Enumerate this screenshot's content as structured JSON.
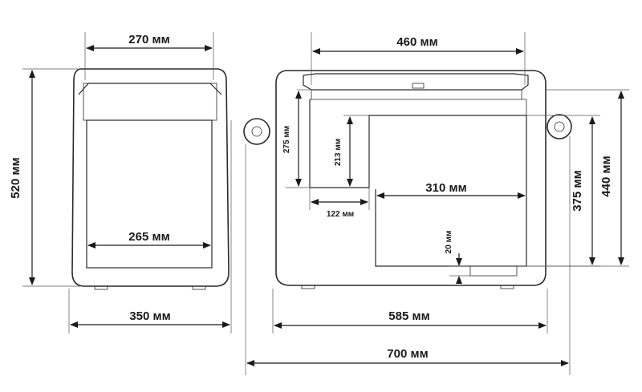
{
  "front_view": {
    "top_inner_width": "270 мм",
    "height": "520 мм",
    "inner_width": "265 мм",
    "outer_width": "350 мм"
  },
  "side_view": {
    "lid_width": "460 мм",
    "step_height": "275 мм",
    "step_inner_height": "213 мм",
    "step_depth": "122 мм",
    "compartment_width": "310 мм",
    "bottom_gap": "20 мм",
    "inner_height": "375 мм",
    "outer_height": "440 мм",
    "body_length": "585 мм",
    "total_length": "700 мм"
  },
  "colors": {
    "line": "#2a2a2a",
    "text": "#1a1a1a",
    "background": "#ffffff"
  }
}
